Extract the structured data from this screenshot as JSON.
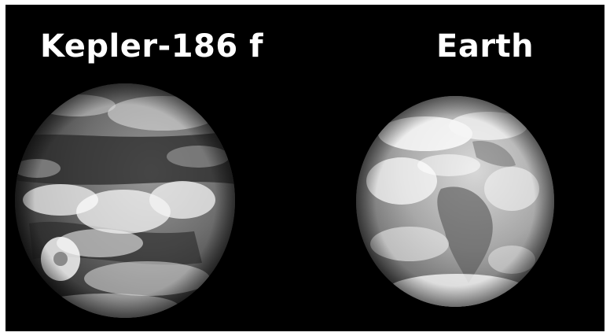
{
  "labels": {
    "left_planet": "Kepler-186 f",
    "right_planet": "Earth"
  },
  "colors": {
    "background": "#000000",
    "frame": "#ffffff",
    "text": "#ffffff"
  },
  "icons": {
    "left_planet": "kepler-186f-globe-image",
    "right_planet": "earth-globe-image"
  }
}
